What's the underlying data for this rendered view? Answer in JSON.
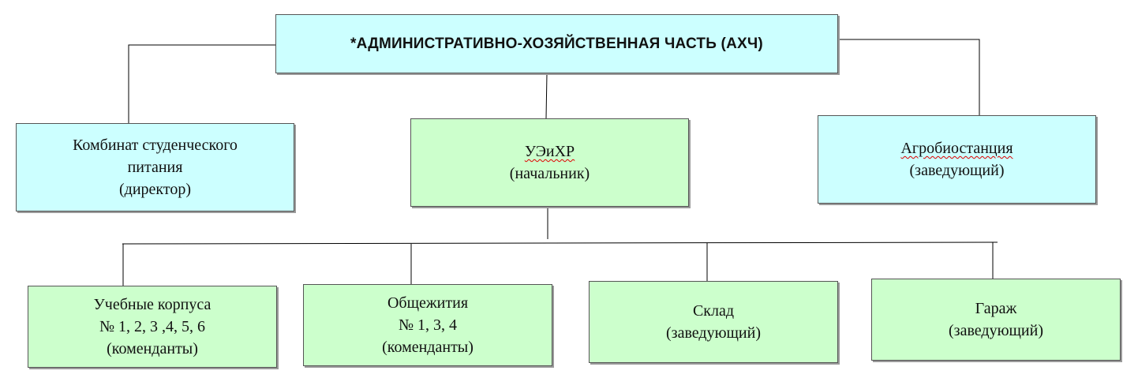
{
  "root": {
    "title": "*АДМИНИСТРАТИВНО-ХОЗЯЙСТВЕННАЯ ЧАСТЬ (АХЧ)"
  },
  "level1": [
    {
      "lines": [
        "Комбинат студенческого",
        "питания",
        "(директор)"
      ]
    },
    {
      "lines": [
        "УЭиХР",
        "(начальник)"
      ]
    },
    {
      "lines": [
        "Агробиостанция",
        "(заведующий)"
      ]
    }
  ],
  "level2": [
    {
      "lines": [
        "Учебные корпуса",
        "№ 1, 2, 3 ,4, 5, 6",
        "(коменданты)"
      ]
    },
    {
      "lines": [
        "Общежития",
        "№ 1, 3, 4",
        "(коменданты)"
      ]
    },
    {
      "lines": [
        "Склад",
        "(заведующий)"
      ]
    },
    {
      "lines": [
        "Гараж",
        "(заведующий)"
      ]
    }
  ],
  "colors": {
    "cyan_box": "#ccffff",
    "green_box": "#ccffcc",
    "connector": "#000000"
  }
}
